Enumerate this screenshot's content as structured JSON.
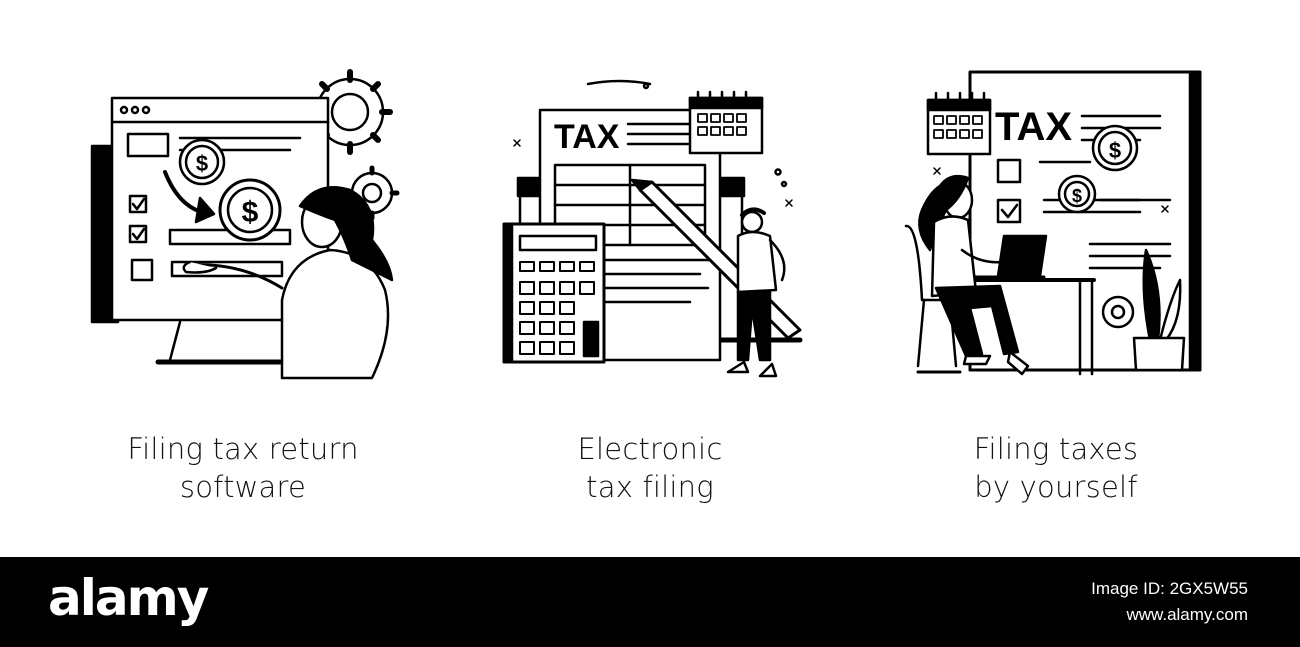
{
  "panels": [
    {
      "caption_lines": [
        "Filing tax return",
        "software"
      ],
      "icon": "tax-software-illustration"
    },
    {
      "caption_lines": [
        "Electronic",
        "tax filing"
      ],
      "icon": "electronic-filing-illustration",
      "doc_label": "TAX"
    },
    {
      "caption_lines": [
        "Filing taxes",
        "by yourself"
      ],
      "icon": "self-filing-illustration",
      "doc_label": "TAX"
    }
  ],
  "coin_symbol": "$",
  "footer": {
    "logo": "alamy",
    "image_id": "2GX5W55",
    "site": "www.alamy.com"
  },
  "colors": {
    "ink": "#000000",
    "paper": "#ffffff",
    "footer_bg": "#000000"
  }
}
